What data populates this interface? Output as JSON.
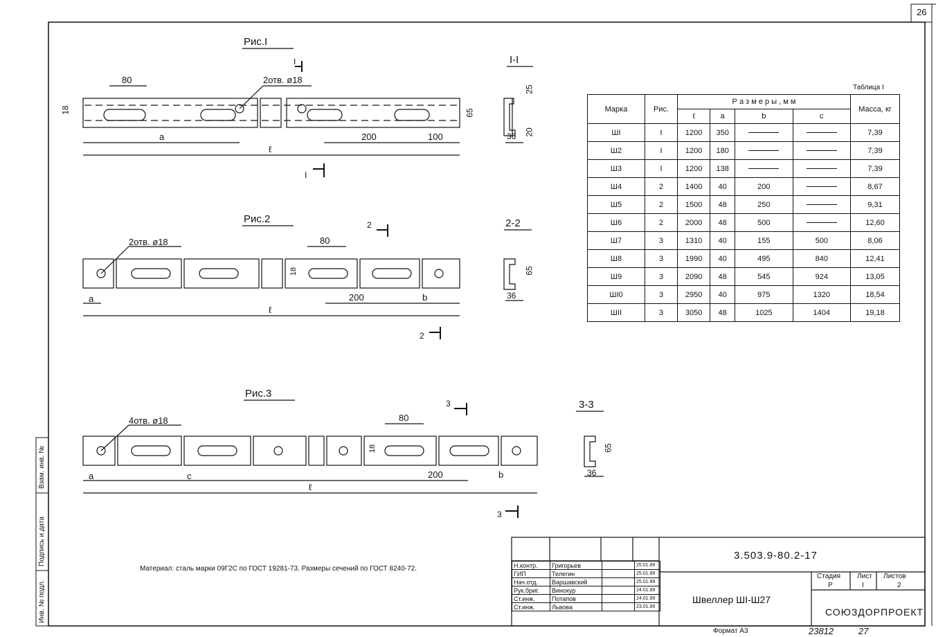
{
  "sheet": {
    "page_number": "26",
    "fig1_title": "Рис.I",
    "fig2_title": "Рис.2",
    "fig3_title": "Рис.3",
    "sec1_title": "I-I",
    "sec2_title": "2-2",
    "sec3_title": "3-3",
    "fig1_hole": "2отв. ø18",
    "fig2_hole": "2отв. ø18",
    "fig3_hole": "4отв. ø18",
    "dim_80": "80",
    "dim_18": "18",
    "dim_65": "65",
    "dim_200": "200",
    "dim_100": "100",
    "dim_25": "25",
    "dim_20": "20",
    "dim_36": "36",
    "lbl_a": "a",
    "lbl_b": "b",
    "lbl_c": "c",
    "lbl_l": "ℓ",
    "cut1": "I",
    "cut2": "2",
    "cut3": "3",
    "material_note": "Материал: сталь марки 09Г2С по ГОСТ 19281-73. Размеры сечений по ГОСТ 8240-72."
  },
  "table": {
    "caption": "Таблица I",
    "h_marka": "Марка",
    "h_ris": "Рис.",
    "h_sizes": "Р а з м е р ы ,     м м",
    "h_l": "ℓ",
    "h_a": "a",
    "h_b": "b",
    "h_c": "c",
    "h_mass": "Масса, кг",
    "rows": [
      [
        "ШI",
        "I",
        "1200",
        "350",
        "",
        "",
        "7,39"
      ],
      [
        "Ш2",
        "I",
        "1200",
        "180",
        "",
        "",
        "7,39"
      ],
      [
        "Ш3",
        "I",
        "1200",
        "138",
        "",
        "",
        "7,39"
      ],
      [
        "Ш4",
        "2",
        "1400",
        "40",
        "200",
        "",
        "8,67"
      ],
      [
        "Ш5",
        "2",
        "1500",
        "48",
        "250",
        "",
        "9,31"
      ],
      [
        "Ш6",
        "2",
        "2000",
        "48",
        "500",
        "",
        "12,60"
      ],
      [
        "Ш7",
        "3",
        "1310",
        "40",
        "155",
        "500",
        "8,06"
      ],
      [
        "Ш8",
        "3",
        "1990",
        "40",
        "495",
        "840",
        "12,41"
      ],
      [
        "Ш9",
        "3",
        "2090",
        "48",
        "545",
        "924",
        "13,05"
      ],
      [
        "ШI0",
        "3",
        "2950",
        "40",
        "975",
        "1320",
        "18,54"
      ],
      [
        "ШII",
        "3",
        "3050",
        "48",
        "1025",
        "1404",
        "19,18"
      ]
    ]
  },
  "stamp": {
    "doc_code": "3.503.9-80.2-17",
    "title": "Швеллер ШI-Ш27",
    "org": "СОЮЗДОРПРОЕКТ",
    "stage_h": "Стадия",
    "sheet_h": "Лист",
    "sheets_h": "Листов",
    "stage": "Р",
    "sheet": "I",
    "sheets": "2",
    "format": "Формат А3",
    "code_bottom": "23812",
    "code_bottom2": "27",
    "people": [
      [
        "Н.контр.",
        "Григорьев",
        "25.01.89"
      ],
      [
        "ГИП",
        "Телегин",
        "25.01.89"
      ],
      [
        "Нач.отд.",
        "Варшавский",
        "25.01.89"
      ],
      [
        "Рук.бриг.",
        "Винокур",
        "24.01.89"
      ],
      [
        "Ст.инж.",
        "Потапов",
        "24.01.89"
      ],
      [
        "Ст.инж.",
        "Львова",
        "23.01.89"
      ]
    ]
  },
  "side": {
    "inv_zam": "Взам. инв. №",
    "sign_date": "Подпись и дата",
    "inv_podl": "Инв. № подл."
  }
}
